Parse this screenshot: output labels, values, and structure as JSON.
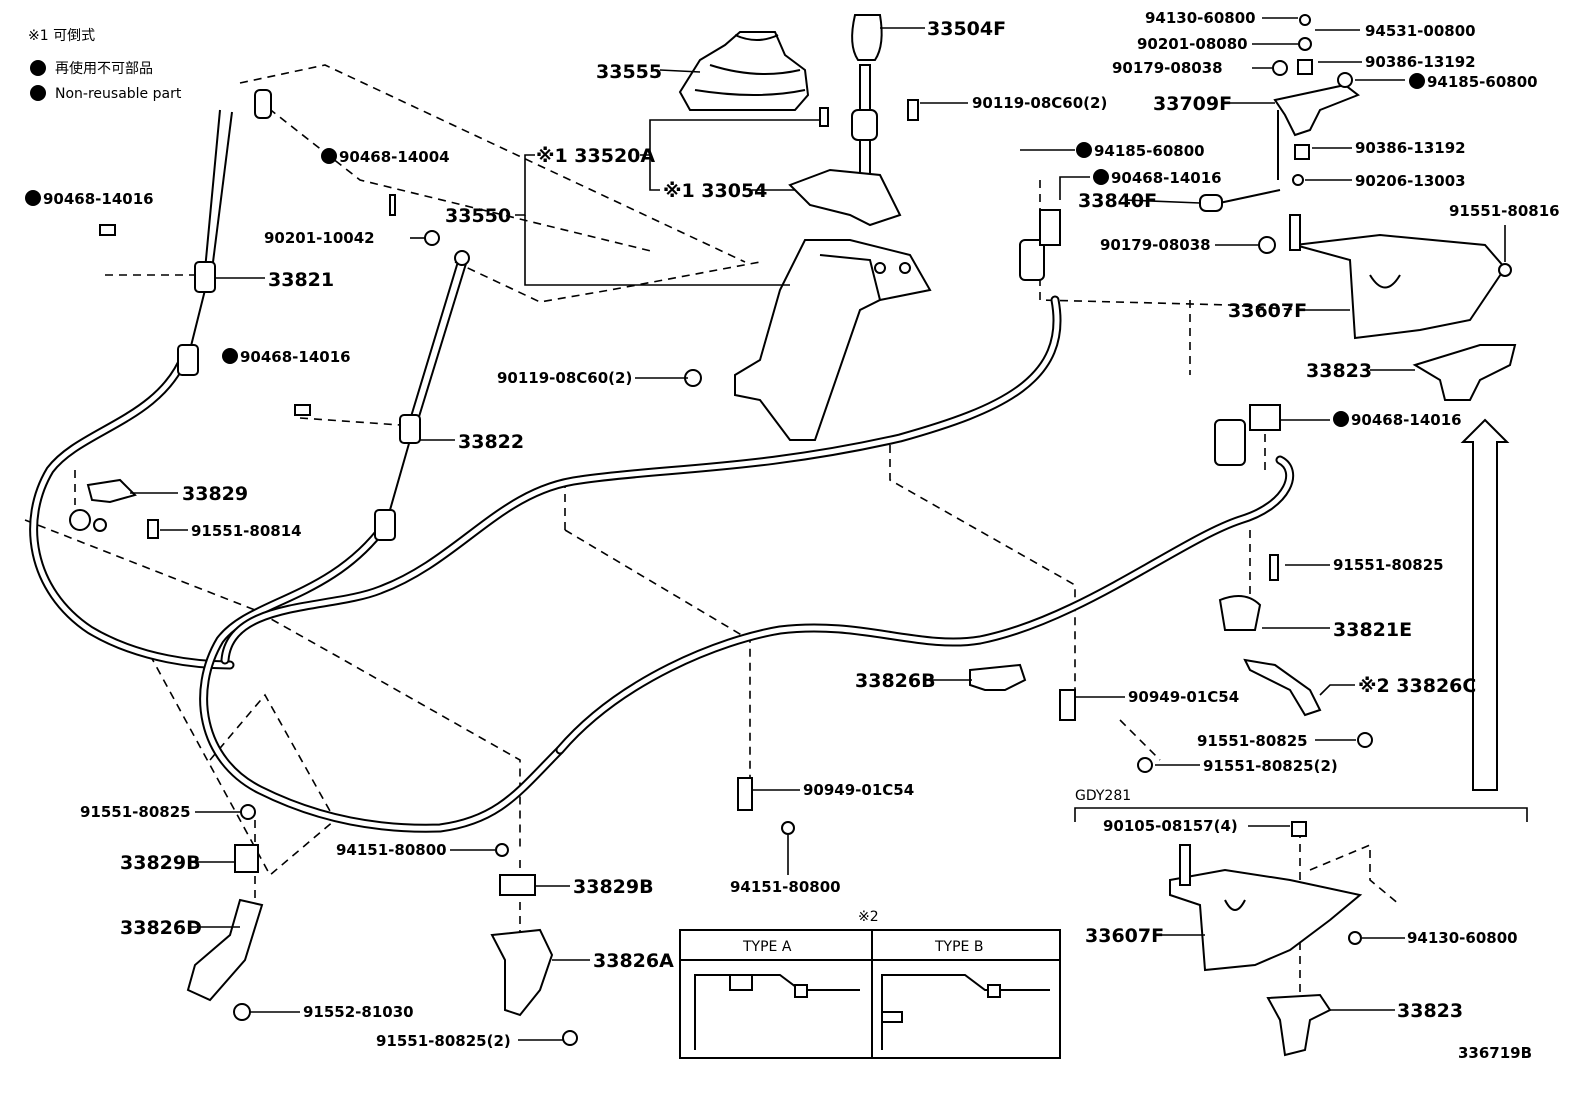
{
  "legend": {
    "note1": "※1 可倒式",
    "nonreusable_jp": "再使用不可部品",
    "nonreusable_en": "Non-reusable part"
  },
  "labels": {
    "p33504F": "33504F",
    "p33555": "33555",
    "p33520A": "※1 33520A",
    "p33054": "※1 33054",
    "p33550": "33550",
    "p90119_top": "90119-08C60(2)",
    "p90119_mid": "90119-08C60(2)",
    "p90468_14004": "90468-14004",
    "p90201_10042": "90201-10042",
    "p90468_14016_a": "90468-14016",
    "p33821": "33821",
    "p90468_14016_b": "90468-14016",
    "p33822": "33822",
    "p33829": "33829",
    "p91551_80814": "91551-80814",
    "p94185_60800_a": "94185-60800",
    "p90468_14016_c": "90468-14016",
    "p33840F": "33840F",
    "p90179_08038_b": "90179-08038",
    "p94130_60800_a": "94130-60800",
    "p94531_00800": "94531-00800",
    "p90201_08080": "90201-08080",
    "p90179_08038_a": "90179-08038",
    "p90386_13192_a": "90386-13192",
    "p94185_60800_b": "94185-60800",
    "p33709F": "33709F",
    "p90386_13192_b": "90386-13192",
    "p90206_13003": "90206-13003",
    "p91551_80816": "91551-80816",
    "p33607F_a": "33607F",
    "p33823_a": "33823",
    "p90468_14016_d": "90468-14016",
    "p91551_80825_a": "91551-80825",
    "p33821E": "33821E",
    "p33826B": "33826B",
    "p90949_01C54_a": "90949-01C54",
    "p33826C": "※2 33826C",
    "p91551_80825_b": "91551-80825",
    "p91551_80825_2a": "91551-80825(2)",
    "p91551_80825_c": "91551-80825",
    "p33829B_a": "33829B",
    "p33826D": "33826D",
    "p91552_81030": "91552-81030",
    "p94151_80800_a": "94151-80800",
    "p33829B_b": "33829B",
    "p33826A": "33826A",
    "p91551_80825_2b": "91551-80825(2)",
    "p90949_01C54_b": "90949-01C54",
    "p94151_80800_b": "94151-80800",
    "gdy": "GDY281",
    "p90105_08157": "90105-08157(4)",
    "p33607F_b": "33607F",
    "p94130_60800_b": "94130-60800",
    "p33823_b": "33823",
    "diagram_id": "336719B"
  },
  "inset": {
    "marker": "※2",
    "type_a": "TYPE A",
    "type_b": "TYPE B"
  }
}
